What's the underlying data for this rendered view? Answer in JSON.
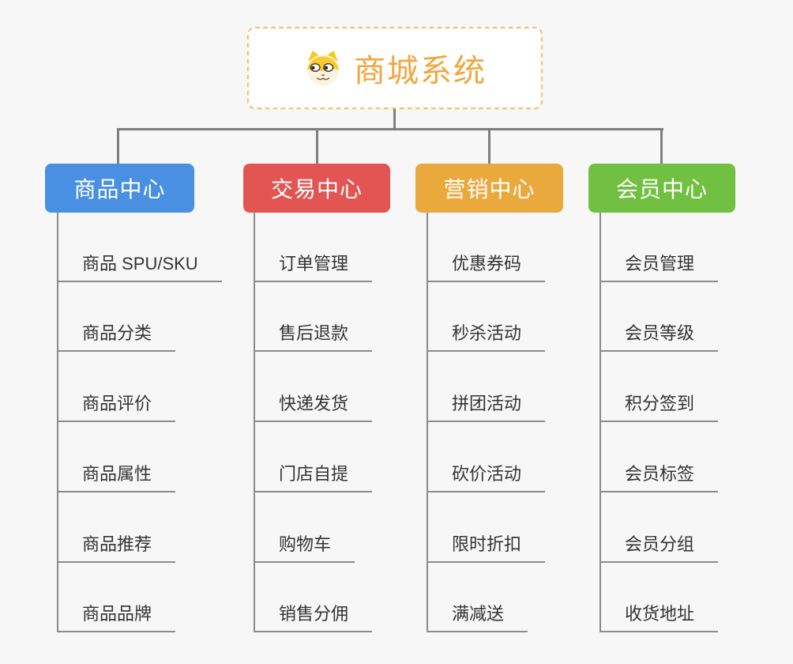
{
  "root": {
    "title": "商城系统",
    "icon": "dog-face-icon"
  },
  "branches": [
    {
      "label": "商品中心",
      "color": "#4a90e2",
      "items": [
        "商品 SPU/SKU",
        "商品分类",
        "商品评价",
        "商品属性",
        "商品推荐",
        "商品品牌"
      ]
    },
    {
      "label": "交易中心",
      "color": "#e25552",
      "items": [
        "订单管理",
        "售后退款",
        "快递发货",
        "门店自提",
        "购物车",
        "销售分佣"
      ]
    },
    {
      "label": "营销中心",
      "color": "#e9a93d",
      "items": [
        "优惠券码",
        "秒杀活动",
        "拼团活动",
        "砍价活动",
        "限时折扣",
        "满减送"
      ]
    },
    {
      "label": "会员中心",
      "color": "#72c041",
      "items": [
        "会员管理",
        "会员等级",
        "积分签到",
        "会员标签",
        "会员分组",
        "收货地址"
      ]
    }
  ],
  "colors": {
    "background": "#f7f7f7",
    "connector": "#7f7f7f",
    "underline": "#8c8c8c",
    "leaf_text": "#333333",
    "root_border": "#f6c06e",
    "root_title": "#f2a63e"
  }
}
